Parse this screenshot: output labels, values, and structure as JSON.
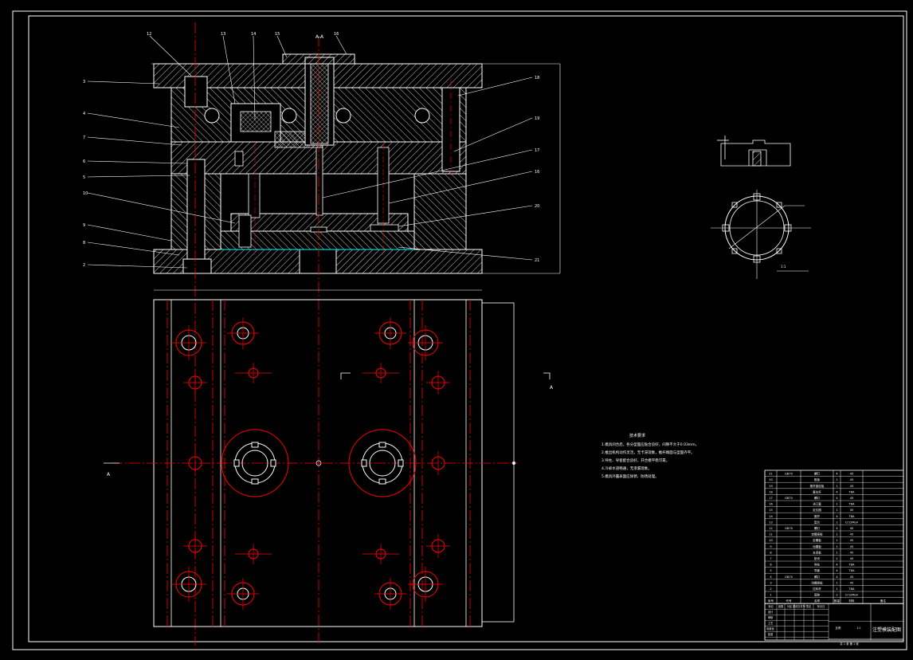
{
  "drawing": {
    "title": "注塑模装配图",
    "section_label": "A-A",
    "view_markers": {
      "left": "A",
      "right": "A"
    },
    "callouts_left": [
      "3",
      "4",
      "7",
      "6",
      "5",
      "10",
      "9",
      "8",
      "2"
    ],
    "callouts_top": [
      "12",
      "13",
      "14",
      "15",
      "16"
    ],
    "callouts_right": [
      "18",
      "19",
      "17",
      "16",
      "20",
      "21"
    ],
    "detail_note": "1:1",
    "notes_title": "技术要求",
    "notes_lines": [
      "1.模具闭合后，各分型面应贴合良好，间隙不大于0.03mm。",
      "2.推出机构动作灵活，无卡滞现象，推杆端面与型面齐平。",
      "3.导柱、导套配合良好，开合模平稳可靠。",
      "4.冷却水道畅通，无渗漏现象。",
      "5.模具外露表面应除锈、防锈处理。"
    ]
  },
  "title_block": {
    "header_left": [
      "标记",
      "处数",
      "分区",
      "更改文件号",
      "签名",
      "年月日"
    ],
    "rows_left": [
      "设计",
      "审核",
      "工艺",
      "标准化",
      "批准"
    ],
    "name": "注塑模装配图",
    "company": "",
    "scale_label": "比例",
    "scale_value": "1:1",
    "sheet_label": "共 1 张 第 1 张"
  },
  "parts_list": {
    "rows": [
      [
        "21",
        "GB70",
        "螺钉",
        "4",
        "45",
        ""
      ],
      [
        "20",
        "",
        "推板",
        "1",
        "45",
        ""
      ],
      [
        "19",
        "",
        "推杆固定板",
        "1",
        "45",
        ""
      ],
      [
        "18",
        "",
        "复位杆",
        "4",
        "T8A",
        ""
      ],
      [
        "17",
        "GB70",
        "螺钉",
        "4",
        "45",
        ""
      ],
      [
        "16",
        "",
        "浇口套",
        "1",
        "T8A",
        ""
      ],
      [
        "15",
        "",
        "定位圈",
        "1",
        "45",
        ""
      ],
      [
        "14",
        "",
        "推杆",
        "4",
        "T8A",
        ""
      ],
      [
        "13",
        "",
        "型芯",
        "2",
        "Cr12MoV",
        ""
      ],
      [
        "12",
        "GB70",
        "螺钉",
        "4",
        "45",
        ""
      ],
      [
        "11",
        "",
        "定模座板",
        "1",
        "45",
        ""
      ],
      [
        "10",
        "",
        "定模板",
        "1",
        "45",
        ""
      ],
      [
        "9",
        "",
        "动模板",
        "1",
        "45",
        ""
      ],
      [
        "8",
        "",
        "支承板",
        "1",
        "45",
        ""
      ],
      [
        "7",
        "",
        "垫块",
        "2",
        "45",
        ""
      ],
      [
        "6",
        "",
        "导柱",
        "4",
        "T8A",
        ""
      ],
      [
        "5",
        "",
        "导套",
        "4",
        "T8A",
        ""
      ],
      [
        "4",
        "GB70",
        "螺钉",
        "4",
        "45",
        ""
      ],
      [
        "3",
        "",
        "动模座板",
        "1",
        "45",
        ""
      ],
      [
        "2",
        "",
        "拉料杆",
        "1",
        "T8A",
        ""
      ],
      [
        "1",
        "",
        "型腔",
        "2",
        "Cr12MoV",
        ""
      ]
    ],
    "header": [
      "序号",
      "代号",
      "名称",
      "数量",
      "材料",
      "备注"
    ]
  },
  "colors": {
    "background": "#000000",
    "line": "#ffffff",
    "center": "#ff0000",
    "hatch": "#ffffff",
    "accent": "#00ffff"
  }
}
